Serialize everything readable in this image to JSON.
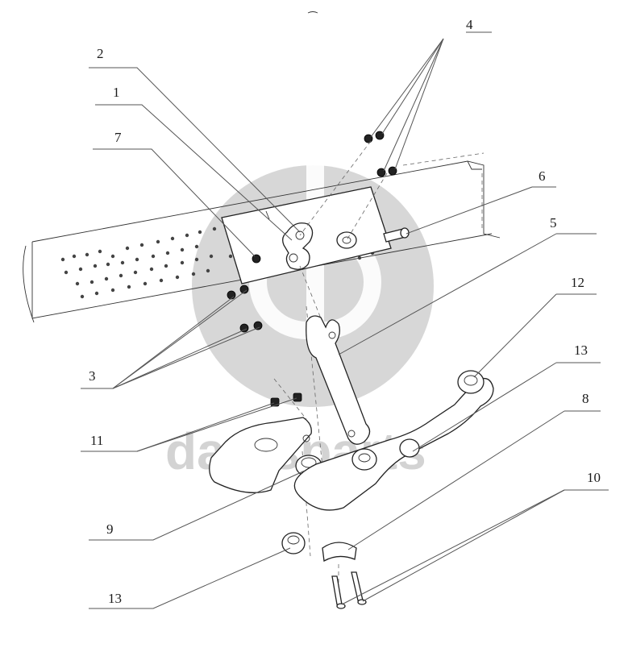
{
  "callouts": {
    "c1": "1",
    "c2": "2",
    "c3": "3",
    "c4": "4",
    "c5": "5",
    "c6": "6",
    "c7": "7",
    "c8": "8",
    "c9": "9",
    "c10": "10",
    "c11": "11",
    "c12": "12",
    "c13a": "13",
    "c13b": "13"
  },
  "watermark": {
    "text": "datasparts"
  }
}
